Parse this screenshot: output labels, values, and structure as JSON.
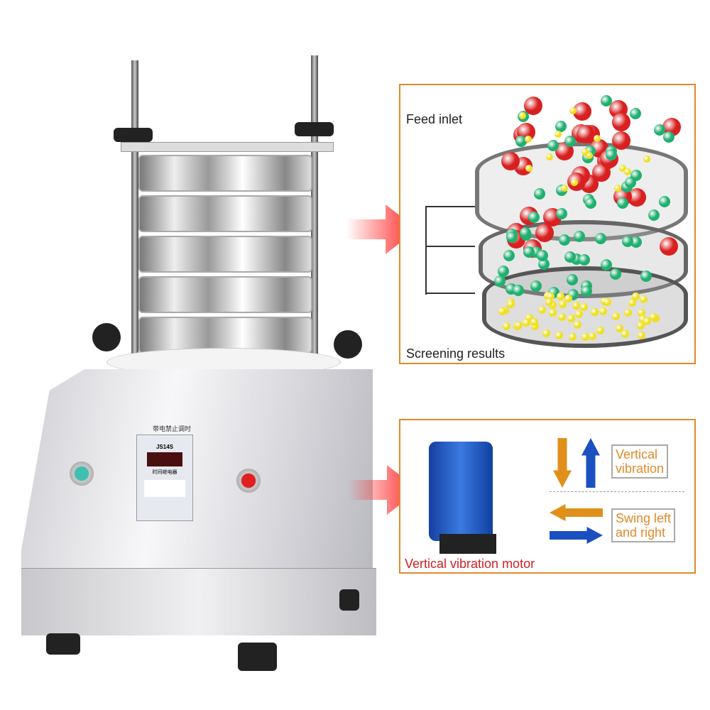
{
  "machine": {
    "panel_title": "带电禁止调时",
    "model": "JS14S",
    "device_name": "时间继电器"
  },
  "screening_panel": {
    "feed_inlet": "Feed inlet",
    "results": "Screening results"
  },
  "motor_panel": {
    "caption": "Vertical vibration motor",
    "vertical_l1": "Vertical",
    "vertical_l2": "vibration",
    "swing_l1": "Swing left",
    "swing_l2": "and right"
  },
  "colors": {
    "accent": "#e08a2a",
    "red_ball": "#d92020",
    "green_ball": "#20b070",
    "yellow_ball": "#f0e020"
  }
}
